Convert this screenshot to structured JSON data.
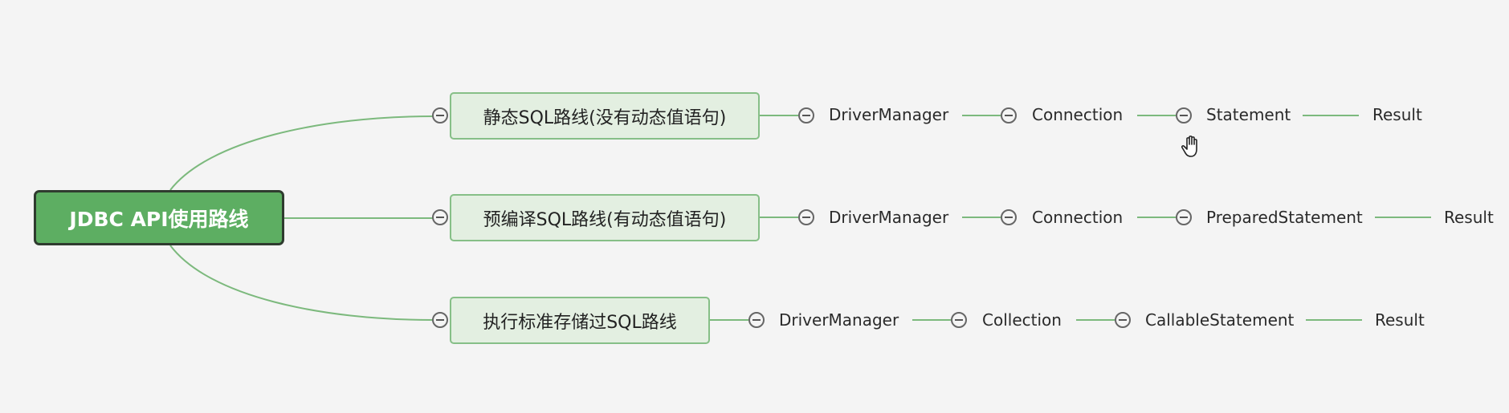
{
  "root": {
    "label": "JDBC API使用路线"
  },
  "branches": [
    {
      "label": "静态SQL路线(没有动态值语句)",
      "nodes": [
        "DriverManager",
        "Connection",
        "Statement",
        "Result"
      ]
    },
    {
      "label": "预编译SQL路线(有动态值语句)",
      "nodes": [
        "DriverManager",
        "Connection",
        "PreparedStatement",
        "Result"
      ]
    },
    {
      "label": "执行标准存储过SQL路线",
      "nodes": [
        "DriverManager",
        "Collection",
        "CallableStatement",
        "Result"
      ]
    }
  ],
  "colors": {
    "root_fill": "#5dae62",
    "branch_fill": "#e3efe1",
    "branch_border": "#86bf87",
    "connector": "#7cb97d"
  },
  "icons": {
    "collapse": "minus-circle-icon",
    "cursor": "hand-pointer-icon"
  }
}
